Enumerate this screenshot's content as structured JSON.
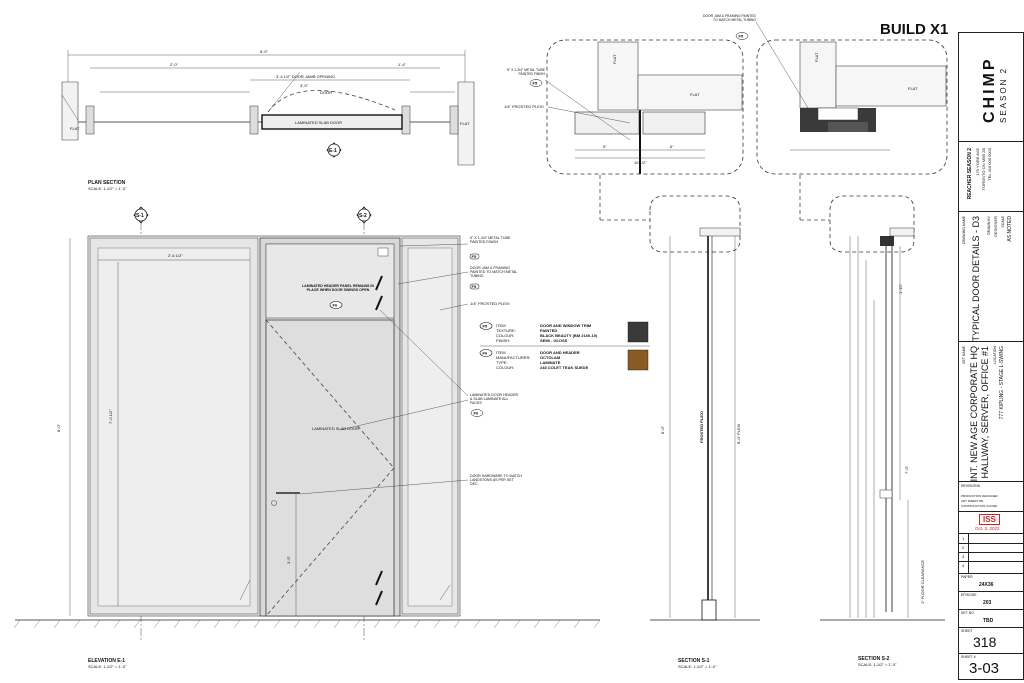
{
  "sheet": {
    "build_title": "BUILD X1",
    "show_logo": "CHIMP",
    "season": "SEASON 2",
    "company": "REACHER SEASON 2",
    "company_address_1": "170 YORK AVE",
    "company_address_2": "TORONTO ON M5B 2B",
    "company_tel": "TEL 416 000 0000",
    "drawing_name_label": "DRAWING NAME",
    "drawing_title": "TYPICAL DOOR DETAILS - D3",
    "drawn_by_label": "DRAWN BY",
    "drawn_by": "DESIGNER",
    "scale_label": "SCALE",
    "scale": "AS NOTED",
    "set_name_label": "SET NAME",
    "set_name": "INT. NEW AGE CORPORATE HQ",
    "set_name_2": "HALLWAY, SERVER, OFFICE #1",
    "location_label": "LOCATION",
    "location": "777 KIPLING - STAGE L-SWING",
    "revisions_label": "REVISIONS",
    "production_designer": "PRODUCTION DESIGNER",
    "art_director": "ART DIRECTOR",
    "construction_coord": "CONSTRUCTION COORD",
    "iss_stamp": "ISS",
    "iss_date": "Oct. 3, 2022",
    "rev_rows": [
      "1",
      "2",
      "3",
      "4"
    ],
    "paper_label": "PAPER",
    "paper_size": "24X36",
    "episode_label": "EPISODE",
    "episode": "203",
    "set_no_label": "SET NO",
    "set_no": "TBD",
    "sheet_label": "SHEET",
    "sheet_no": "318",
    "sheet_of_label": "SHEET #",
    "sheet_code": "3-03"
  },
  "plan": {
    "title": "PLAN SECTION",
    "scale": "SCALE: 1-1/2\" = 1'-0\"",
    "overall_dim": "8'-0\"",
    "left_dim": "2'-0\"",
    "jamb_dim": "3'-4 1/2\" DOOR JAMB OPENING",
    "door_dim": "3'-0\"",
    "right_dim": "1'-4\"",
    "door_label": "LAMINATED SLAB DOOR",
    "door_swing_label": "DOOR",
    "flat_left": "FLAT",
    "flat_right": "FLAT",
    "section_marker": "E-1"
  },
  "elevation": {
    "title": "ELEVATION E-1",
    "scale": "SCALE: 1-1/2\" = 1'-0\"",
    "marker_left": "S-1",
    "marker_right": "S-2",
    "panel_dim": "2'-6 1/2\"",
    "height_left": "8'-0\"",
    "door_height": "7'-0 1/2\"",
    "handle_height": "3'-0\"",
    "door_label": "LAMINATED SLAB DOOR",
    "header_label": "LAMINATED HEADER PANEL REMAINS IN PLACE WHEN DOOR SWINGS OPEN",
    "header_tag": "F6"
  },
  "callouts": [
    {
      "text": "5\" X 1-3/4\" METAL TUBE PAINTED FINISH",
      "tag": "F5"
    },
    {
      "text": "DOOR JAM & FRAMING PAINTED TO MATCH METAL TUBING",
      "tag": "F5"
    },
    {
      "text": "1/4\" FROSTED PLEXI",
      "tag": ""
    },
    {
      "text": "LAMINATED DOOR HEADER & SLAB LAMINATE ALL FACES",
      "tag": "F6"
    },
    {
      "text": "DOOR HARDWARE TO MATCH LANDSTONS AS PER SET DEC.",
      "tag": ""
    }
  ],
  "finishes": [
    {
      "tag": "F5",
      "item_label": "ITEM",
      "item": "DOOR AND WINDOW TRIM",
      "rows": [
        [
          "TEXTURE:",
          "PAINTED"
        ],
        [
          "COLOUR:",
          "BLACK BEAUTY (BM 2160-10)"
        ],
        [
          "FINISH:",
          "SEMI - GLOSS"
        ]
      ],
      "swatch": "#3a3a3a"
    },
    {
      "tag": "F6",
      "item_label": "ITEM",
      "item": "DOOR AND HEADER",
      "rows": [
        [
          "MANUFACTURER:",
          "OCTOLAM"
        ],
        [
          "TYPE:",
          "LAMINATE"
        ],
        [
          "COLOUR:",
          "248 COLET TEAK SUEDE"
        ]
      ],
      "swatch": "#8a5a22"
    }
  ],
  "details": {
    "top_note": "DOOR JAM & FRAMING PAINTED TO MATCH METAL TUBING",
    "top_tag": "F5",
    "left_note": "5\" X 1-3/4\" METAL TUBE PAINTED FINISH",
    "left_tag": "F5",
    "plexi_note": "1/4\" FROSTED PLEXI",
    "flat_1": "FLAT",
    "flat_2": "FLAT",
    "flat_3": "FLAT",
    "flat_4": "FLAT",
    "dim_5": "5\"",
    "dim_6": "6\"",
    "dim_total": "10 1/2\""
  },
  "section1": {
    "title": "SECTION S-1",
    "scale": "SCALE: 1-1/2\" = 1'-0\"",
    "plexi_label": "FROSTED PLEXI",
    "height": "8'-0\"",
    "height_2": "8'-0\" PLEXI"
  },
  "section2": {
    "title": "SECTION S-2",
    "scale": "SCALE: 1-1/2\" = 1'-0\"",
    "clearance": "1\" FLOOR CLEARANCE",
    "door_h": "7'-0\"",
    "header_h": "1'-10\""
  },
  "colors": {
    "line": "#222222",
    "panel": "#e6e6e6",
    "door": "#dedede",
    "stamp_red": "#d62020"
  }
}
